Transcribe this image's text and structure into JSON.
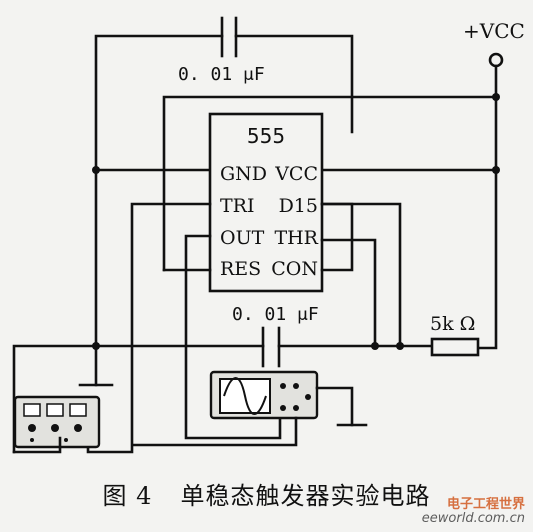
{
  "diagram": {
    "vcc_terminal": "+VCC",
    "chip_name": "555",
    "pins_left": [
      "GND",
      "TRI",
      "OUT",
      "RES"
    ],
    "pins_right": [
      "VCC",
      "D15",
      "THR",
      "CON"
    ],
    "capacitor_top": "0. 01 μF",
    "capacitor_mid": "0. 01 μF",
    "resistor": "5k Ω"
  },
  "caption": {
    "figure": "图 4",
    "title": "单稳态触发器实验电路"
  },
  "watermark": {
    "title": "电子工程世界",
    "url": "eeworld.com.cn"
  }
}
